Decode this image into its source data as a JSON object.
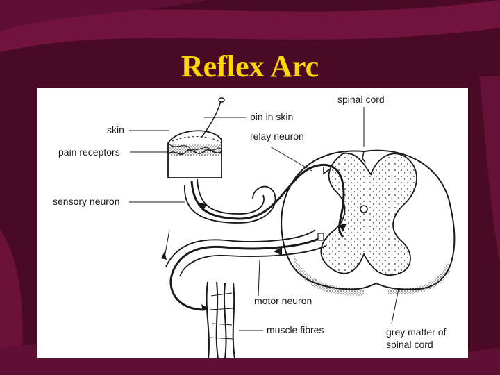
{
  "slide": {
    "title": "Reflex Arc",
    "colors": {
      "background": "#4a0a26",
      "swoosh": "#8a1a4a",
      "title": "#ffd700",
      "panel": "#ffffff",
      "ink": "#1a1a1a"
    }
  },
  "diagram": {
    "labels": {
      "spinal_cord": "spinal cord",
      "pin_in_skin": "pin in skin",
      "skin": "skin",
      "relay_neuron": "relay neuron",
      "pain_receptors": "pain receptors",
      "sensory_neuron": "sensory neuron",
      "motor_neuron": "motor neuron",
      "muscle_fibres": "muscle fibres",
      "grey_matter_line1": "grey matter of",
      "grey_matter_line2": "spinal cord"
    }
  }
}
